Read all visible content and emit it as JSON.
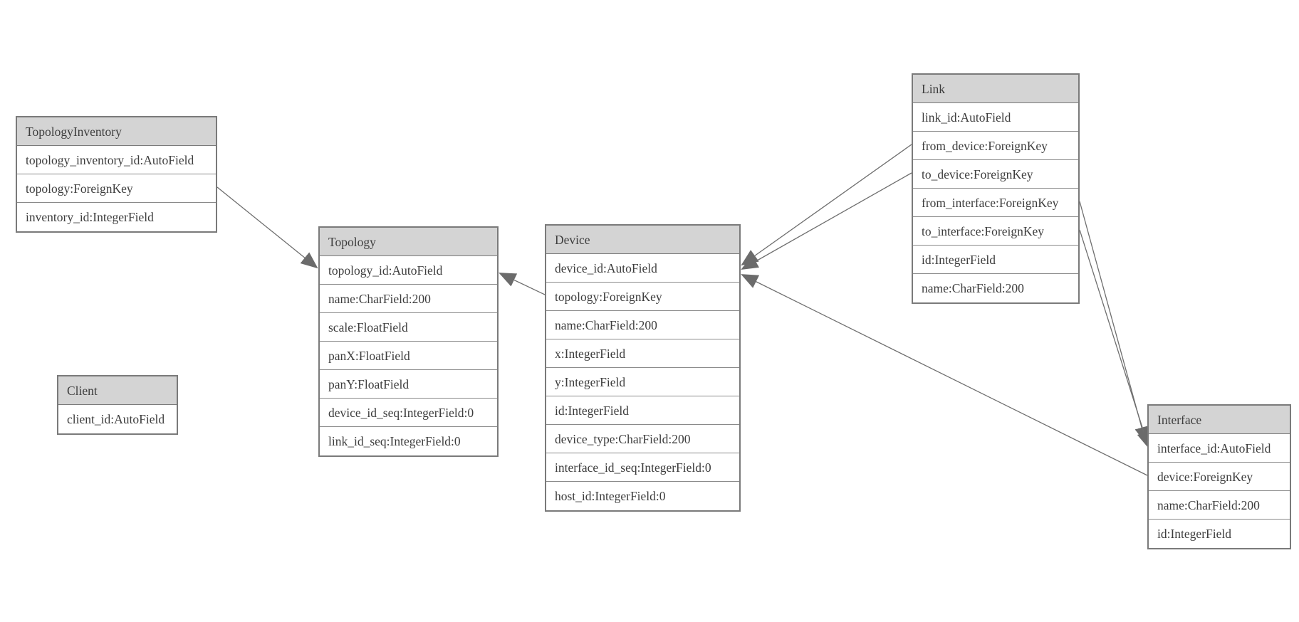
{
  "diagram": {
    "colors": {
      "header_bg": "#d4d4d4",
      "table_border": "#7a7a7a",
      "text": "#3d3d3d",
      "relation_line": "#6e6e6e",
      "arrowhead_fill": "#6b6b6b",
      "background": "#ffffff"
    },
    "tables": [
      {
        "name": "TopologyInventory",
        "fields": [
          "topology_inventory_id:AutoField",
          "topology:ForeignKey",
          "inventory_id:IntegerField"
        ]
      },
      {
        "name": "Topology",
        "fields": [
          "topology_id:AutoField",
          "name:CharField:200",
          "scale:FloatField",
          "panX:FloatField",
          "panY:FloatField",
          "device_id_seq:IntegerField:0",
          "link_id_seq:IntegerField:0"
        ]
      },
      {
        "name": "Client",
        "fields": [
          "client_id:AutoField"
        ]
      },
      {
        "name": "Device",
        "fields": [
          "device_id:AutoField",
          "topology:ForeignKey",
          "name:CharField:200",
          "x:IntegerField",
          "y:IntegerField",
          "id:IntegerField",
          "device_type:CharField:200",
          "interface_id_seq:IntegerField:0",
          "host_id:IntegerField:0"
        ]
      },
      {
        "name": "Link",
        "fields": [
          "link_id:AutoField",
          "from_device:ForeignKey",
          "to_device:ForeignKey",
          "from_interface:ForeignKey",
          "to_interface:ForeignKey",
          "id:IntegerField",
          "name:CharField:200"
        ]
      },
      {
        "name": "Interface",
        "fields": [
          "interface_id:AutoField",
          "device:ForeignKey",
          "name:CharField:200",
          "id:IntegerField"
        ]
      }
    ],
    "relations": [
      {
        "from": "TopologyInventory.topology",
        "to": "Topology.topology_id"
      },
      {
        "from": "Device.topology",
        "to": "Topology.topology_id"
      },
      {
        "from": "Link.from_device",
        "to": "Device.device_id"
      },
      {
        "from": "Link.to_device",
        "to": "Device.device_id"
      },
      {
        "from": "Link.from_interface",
        "to": "Interface.interface_id"
      },
      {
        "from": "Link.to_interface",
        "to": "Interface.interface_id"
      },
      {
        "from": "Interface.device",
        "to": "Device.device_id"
      }
    ]
  }
}
